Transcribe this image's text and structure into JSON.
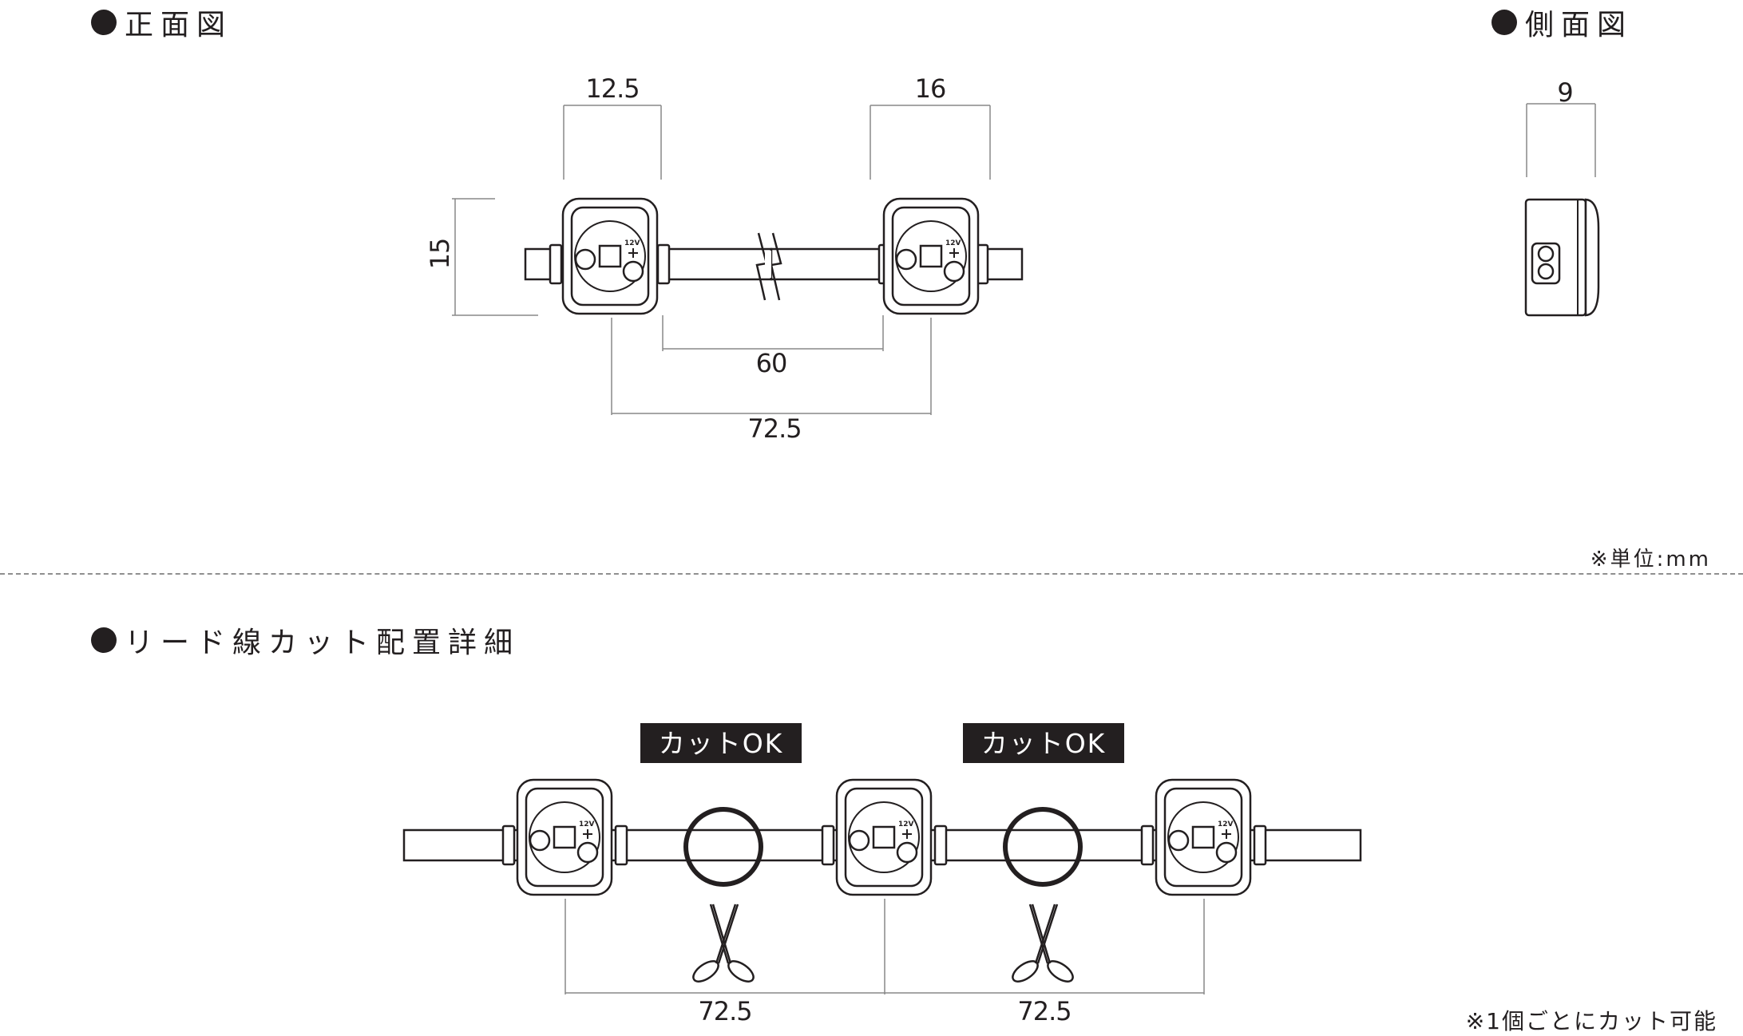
{
  "sections": {
    "front_view": "正面図",
    "side_view": "側面図",
    "lead_cut": "リード線カット配置詳細"
  },
  "notes": {
    "unit": "※単位:mm",
    "cut_each": "※1個ごとにカット可能"
  },
  "dimensions": {
    "front": {
      "module_width_left": "12.5",
      "module_width_right": "16",
      "module_height": "15",
      "gap": "60",
      "pitch": "72.5"
    },
    "side": {
      "depth": "9"
    },
    "cut": {
      "pitch_1": "72.5",
      "pitch_2": "72.5"
    }
  },
  "badges": {
    "cut_ok_1": "カットOK",
    "cut_ok_2": "カットOK"
  },
  "module_label": "12V",
  "icons": [
    "scissors-icon",
    "scissors-icon"
  ]
}
